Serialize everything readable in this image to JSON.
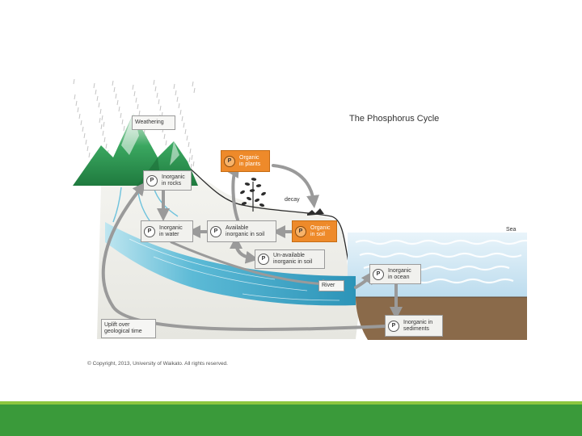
{
  "title": "The Phosphorus Cycle",
  "labels": {
    "weathering": "Weathering",
    "decay": "decay",
    "sea": "Sea",
    "river": "River",
    "uplift_line1": "Uplift over",
    "uplift_line2": "geological time",
    "copyright": "© Copyright, 2013, University of Waikato. All rights reserved."
  },
  "boxes": {
    "inorganic_rocks": {
      "symbol": "P",
      "line1": "Inorganic",
      "line2": "in rocks"
    },
    "organic_plants": {
      "symbol": "P",
      "line1": "Organic",
      "line2": "in plants"
    },
    "inorganic_water": {
      "symbol": "P",
      "line1": "Inorganic",
      "line2": "in water"
    },
    "available_soil": {
      "symbol": "P",
      "line1": "Available",
      "line2": "inorganic in soil"
    },
    "organic_soil": {
      "symbol": "P",
      "line1": "Organic",
      "line2": "in soil"
    },
    "unavailable_soil": {
      "symbol": "P",
      "line1": "Un-available",
      "line2": "inorganic in soil"
    },
    "inorganic_ocean": {
      "symbol": "P",
      "line1": "Inorganic",
      "line2": "in ocean"
    },
    "inorganic_sediments": {
      "symbol": "P",
      "line1": "Inorganic in",
      "line2": "sediments"
    }
  },
  "colors": {
    "mountain": "#2f9a52",
    "river": "#3aa6c4",
    "sea": "#d8ecf6",
    "seabed": "#8a6a4a",
    "arrow": "#9a9a9a",
    "organic_box": "#ee8a2a",
    "footer": "#3a9a3a",
    "footer_accent": "#8cc63f"
  }
}
